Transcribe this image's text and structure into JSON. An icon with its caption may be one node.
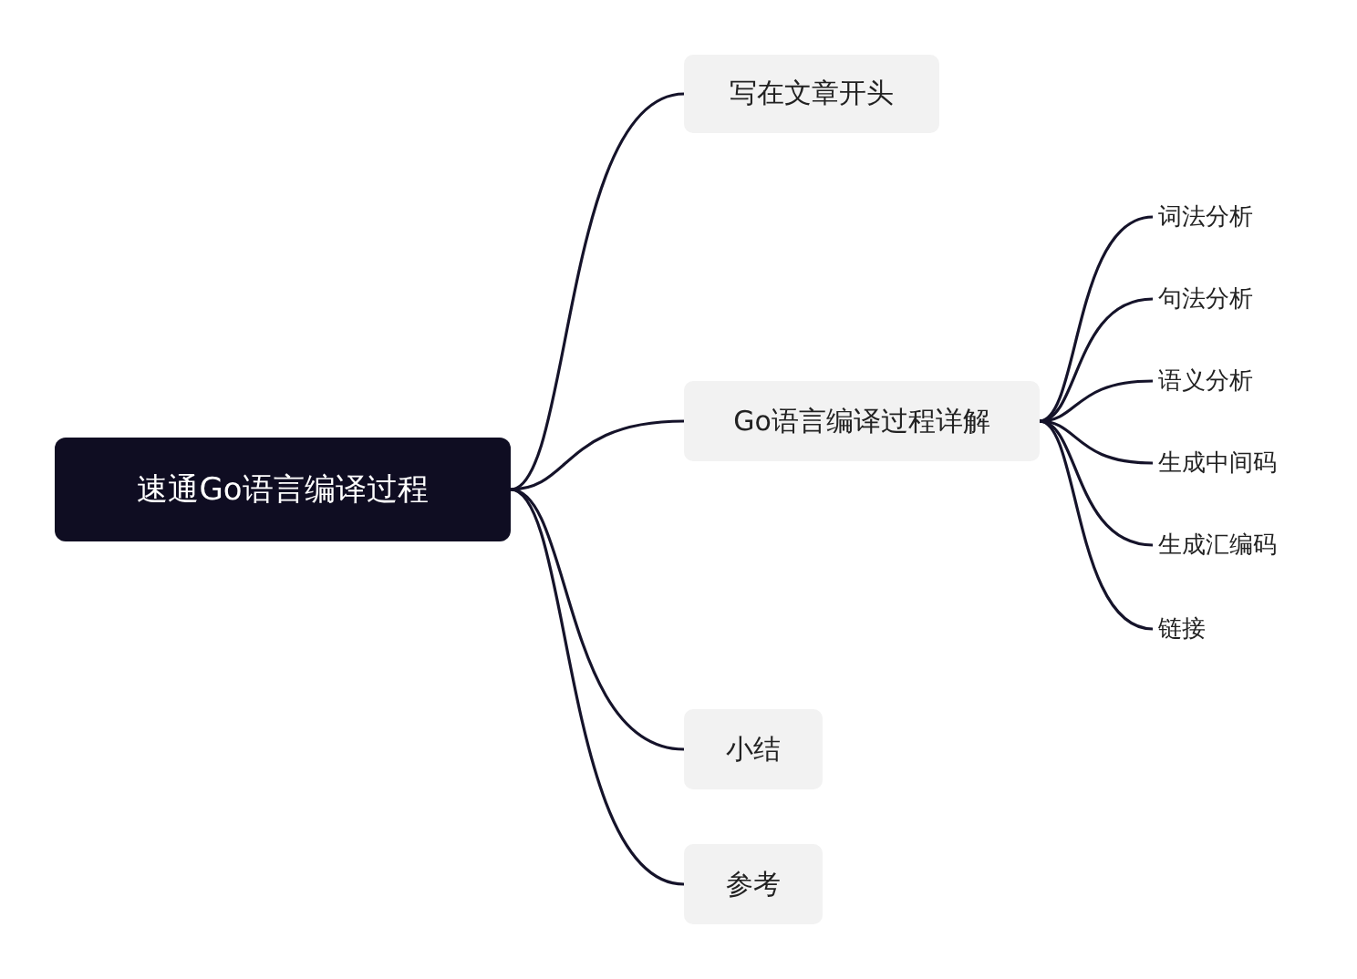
{
  "diagram": {
    "nodes": [
      {
        "text": [
          "速通Go语言编译过程"
        ]
      },
      {
        "text": [
          "写在文章开头"
        ]
      },
      {
        "text": [
          "Go语言编译过程详解"
        ]
      },
      {
        "text": [
          "词法分析"
        ]
      },
      {
        "text": [
          "句法分析"
        ]
      },
      {
        "text": [
          "语义分析"
        ]
      },
      {
        "text": [
          "生成中间码"
        ]
      },
      {
        "text": [
          "生成汇编码"
        ]
      },
      {
        "text": [
          "链接"
        ]
      },
      {
        "text": [
          "小结"
        ]
      },
      {
        "text": [
          "参考"
        ]
      }
    ],
    "edges": [
      {
        "from": 0,
        "to": 1,
        "arrow": "none"
      },
      {
        "from": 0,
        "to": 2,
        "arrow": "none"
      },
      {
        "from": 2,
        "to": 3,
        "arrow": "none"
      },
      {
        "from": 2,
        "to": 4,
        "arrow": "none"
      },
      {
        "from": 2,
        "to": 5,
        "arrow": "none"
      },
      {
        "from": 2,
        "to": 6,
        "arrow": "none"
      },
      {
        "from": 2,
        "to": 7,
        "arrow": "none"
      },
      {
        "from": 2,
        "to": 8,
        "arrow": "none"
      },
      {
        "from": 0,
        "to": 9,
        "arrow": "none"
      },
      {
        "from": 0,
        "to": 10,
        "arrow": "none"
      }
    ]
  }
}
